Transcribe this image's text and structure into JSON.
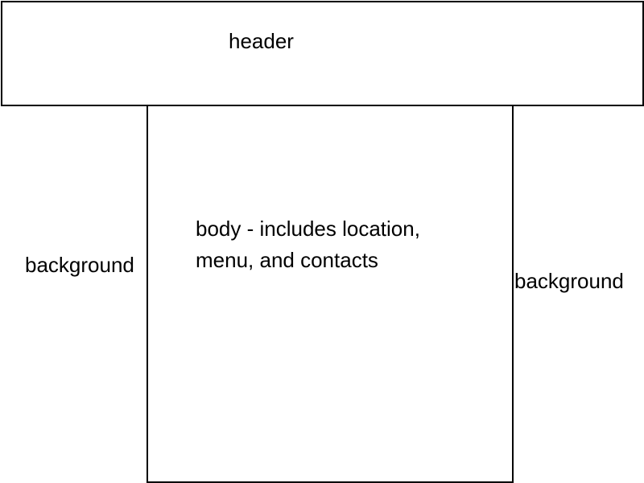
{
  "header": {
    "label": "header"
  },
  "body": {
    "label": "body - includes location, menu, and contacts"
  },
  "background_left": {
    "label": "background"
  },
  "background_right": {
    "label": "background"
  }
}
